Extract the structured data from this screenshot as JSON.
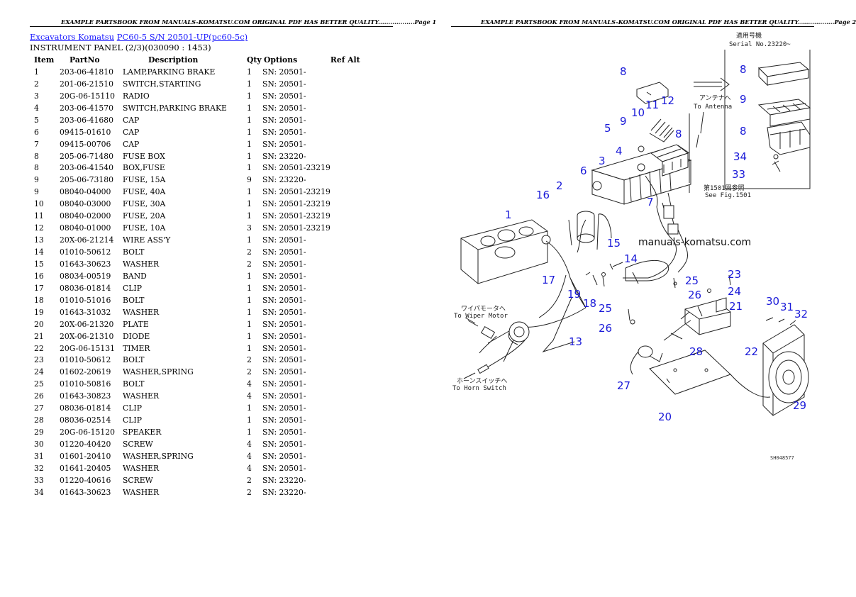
{
  "header": {
    "left": "EXAMPLE PARTSBOOK FROM MANUALS-KOMATSU.COM ORIGINAL PDF HAS BETTER QUALITY..................Page 1",
    "right": "EXAMPLE PARTSBOOK FROM MANUALS-KOMATSU.COM ORIGINAL PDF HAS BETTER QUALITY..................Page 2"
  },
  "breadcrumb": {
    "category": "Excavators Komatsu",
    "model": "PC60-5 S/N 20501-UP(pc60-5c)"
  },
  "subtitle": "INSTRUMENT PANEL (2/3)(030090 : 1453)",
  "table": {
    "headers": [
      "Item",
      "PartNo",
      "Description",
      "Qty",
      "Options",
      "Ref Alt"
    ],
    "rows": [
      [
        "1",
        "203-06-41810",
        "LAMP,PARKING BRAKE",
        "1",
        "SN: 20501-",
        ""
      ],
      [
        "2",
        "201-06-21510",
        "SWITCH,STARTING",
        "1",
        "SN: 20501-",
        ""
      ],
      [
        "3",
        "20G-06-15110",
        "RADIO",
        "1",
        "SN: 20501-",
        ""
      ],
      [
        "4",
        "203-06-41570",
        "SWITCH,PARKING BRAKE",
        "1",
        "SN: 20501-",
        ""
      ],
      [
        "5",
        "203-06-41680",
        "CAP",
        "1",
        "SN: 20501-",
        ""
      ],
      [
        "6",
        "09415-01610",
        "CAP",
        "1",
        "SN: 20501-",
        ""
      ],
      [
        "7",
        "09415-00706",
        "CAP",
        "1",
        "SN: 20501-",
        ""
      ],
      [
        "8",
        "205-06-71480",
        "FUSE BOX",
        "1",
        "SN: 23220-",
        ""
      ],
      [
        "8",
        "203-06-41540",
        "BOX,FUSE",
        "1",
        "SN: 20501-23219",
        ""
      ],
      [
        "9",
        "205-06-73180",
        "FUSE, 15A",
        "9",
        "SN: 23220-",
        ""
      ],
      [
        "9",
        "08040-04000",
        "FUSE, 40A",
        "1",
        "SN: 20501-23219",
        ""
      ],
      [
        "10",
        "08040-03000",
        "FUSE, 30A",
        "1",
        "SN: 20501-23219",
        ""
      ],
      [
        "11",
        "08040-02000",
        "FUSE, 20A",
        "1",
        "SN: 20501-23219",
        ""
      ],
      [
        "12",
        "08040-01000",
        "FUSE, 10A",
        "3",
        "SN: 20501-23219",
        ""
      ],
      [
        "13",
        "20X-06-21214",
        "WIRE ASS'Y",
        "1",
        "SN: 20501-",
        ""
      ],
      [
        "14",
        "01010-50612",
        "BOLT",
        "2",
        "SN: 20501-",
        ""
      ],
      [
        "15",
        "01643-30623",
        "WASHER",
        "2",
        "SN: 20501-",
        ""
      ],
      [
        "16",
        "08034-00519",
        "BAND",
        "1",
        "SN: 20501-",
        ""
      ],
      [
        "17",
        "08036-01814",
        "CLIP",
        "1",
        "SN: 20501-",
        ""
      ],
      [
        "18",
        "01010-51016",
        "BOLT",
        "1",
        "SN: 20501-",
        ""
      ],
      [
        "19",
        "01643-31032",
        "WASHER",
        "1",
        "SN: 20501-",
        ""
      ],
      [
        "20",
        "20X-06-21320",
        "PLATE",
        "1",
        "SN: 20501-",
        ""
      ],
      [
        "21",
        "20X-06-21310",
        "DIODE",
        "1",
        "SN: 20501-",
        ""
      ],
      [
        "22",
        "20G-06-15131",
        "TIMER",
        "1",
        "SN: 20501-",
        ""
      ],
      [
        "23",
        "01010-50612",
        "BOLT",
        "2",
        "SN: 20501-",
        ""
      ],
      [
        "24",
        "01602-20619",
        "WASHER,SPRING",
        "2",
        "SN: 20501-",
        ""
      ],
      [
        "25",
        "01010-50816",
        "BOLT",
        "4",
        "SN: 20501-",
        ""
      ],
      [
        "26",
        "01643-30823",
        "WASHER",
        "4",
        "SN: 20501-",
        ""
      ],
      [
        "27",
        "08036-01814",
        "CLIP",
        "1",
        "SN: 20501-",
        ""
      ],
      [
        "28",
        "08036-02514",
        "CLIP",
        "1",
        "SN: 20501-",
        ""
      ],
      [
        "29",
        "20G-06-15120",
        "SPEAKER",
        "1",
        "SN: 20501-",
        ""
      ],
      [
        "30",
        "01220-40420",
        "SCREW",
        "4",
        "SN: 20501-",
        ""
      ],
      [
        "31",
        "01601-20410",
        "WASHER,SPRING",
        "4",
        "SN: 20501-",
        ""
      ],
      [
        "32",
        "01641-20405",
        "WASHER",
        "4",
        "SN: 20501-",
        ""
      ],
      [
        "33",
        "01220-40616",
        "SCREW",
        "2",
        "SN: 23220-",
        ""
      ],
      [
        "34",
        "01643-30623",
        "WASHER",
        "2",
        "SN: 23220-",
        ""
      ]
    ]
  },
  "diagram": {
    "watermark": "manuals-komatsu.com",
    "serial_note_jp": "適用号機",
    "serial_note": "Serial No.23220~",
    "antenna_jp": "アンテナへ",
    "antenna": "To Antenna",
    "see_fig_jp": "第1501図参照",
    "see_fig": "See Fig.1501",
    "wiper_jp": "ワイパモータへ",
    "wiper": "To Wiper Motor",
    "horn_jp": "ホーンスイッチへ",
    "horn": "To Horn Switch",
    "code": "SH048577",
    "callouts": [
      "1",
      "2",
      "3",
      "4",
      "5",
      "6",
      "7",
      "8",
      "8",
      "8",
      "8",
      "9",
      "9",
      "10",
      "11",
      "12",
      "13",
      "14",
      "15",
      "16",
      "17",
      "18",
      "19",
      "20",
      "21",
      "22",
      "23",
      "24",
      "25",
      "25",
      "26",
      "26",
      "27",
      "28",
      "29",
      "30",
      "31",
      "32",
      "33",
      "34"
    ]
  }
}
